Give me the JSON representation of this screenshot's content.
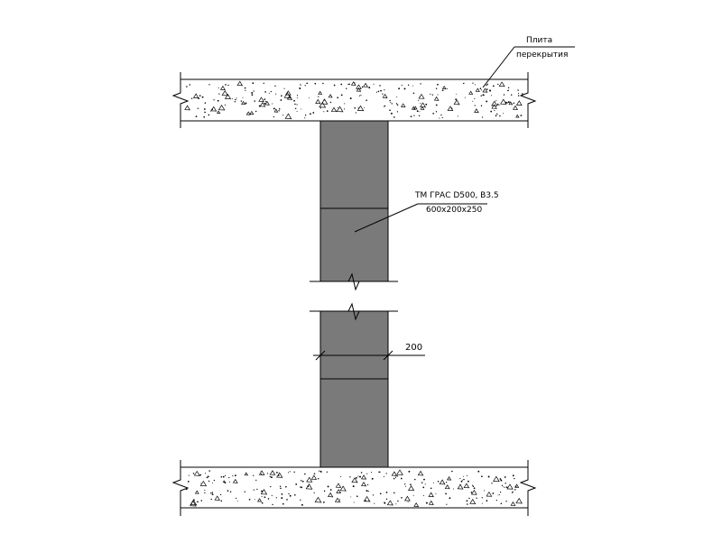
{
  "slab_label": {
    "line1": "Плита",
    "line2": "перекрытия"
  },
  "block_label": {
    "line1": "ТМ ГРАС D500, B3.5",
    "line2": "600х200х250"
  },
  "dimension": {
    "value": "200"
  },
  "colors": {
    "background": "#ffffff",
    "block_fill": "#7a7a7a",
    "line": "#000000",
    "slab_fill": "#ffffff"
  }
}
